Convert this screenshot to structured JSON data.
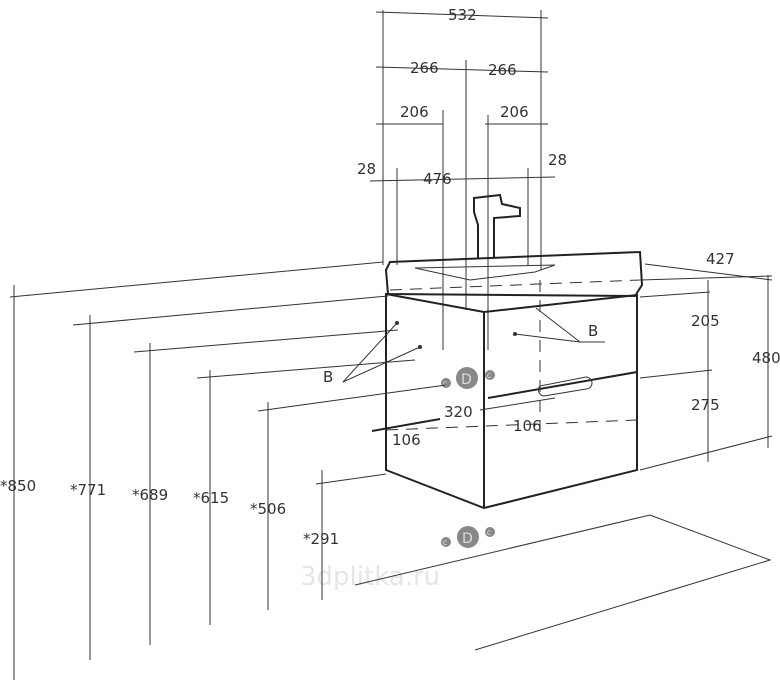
{
  "title": "Vanity unit with washbasin – dimension drawing",
  "watermark": "3dplitka.ru",
  "top_dims": {
    "overall_width": "532",
    "half_left": "266",
    "half_right": "266",
    "offset_left": "206",
    "offset_right": "206",
    "edge_left": "28",
    "inner_width": "476",
    "edge_right": "28"
  },
  "right_dims": {
    "depth": "427",
    "top_drawer": "205",
    "total_height": "480",
    "bottom_drawer": "275"
  },
  "mount_dims": {
    "between_holes": "320",
    "hole_left": "106",
    "hole_right": "106"
  },
  "height_dims": [
    "*850",
    "*771",
    "*689",
    "*615",
    "*506",
    "*291"
  ],
  "labels": {
    "mount_left": "B",
    "mount_right": "B",
    "drain": "D",
    "supply_left": "C",
    "supply_right": "C",
    "drain_floor": "D",
    "supply_floor_left": "C",
    "supply_floor_right": "C"
  }
}
